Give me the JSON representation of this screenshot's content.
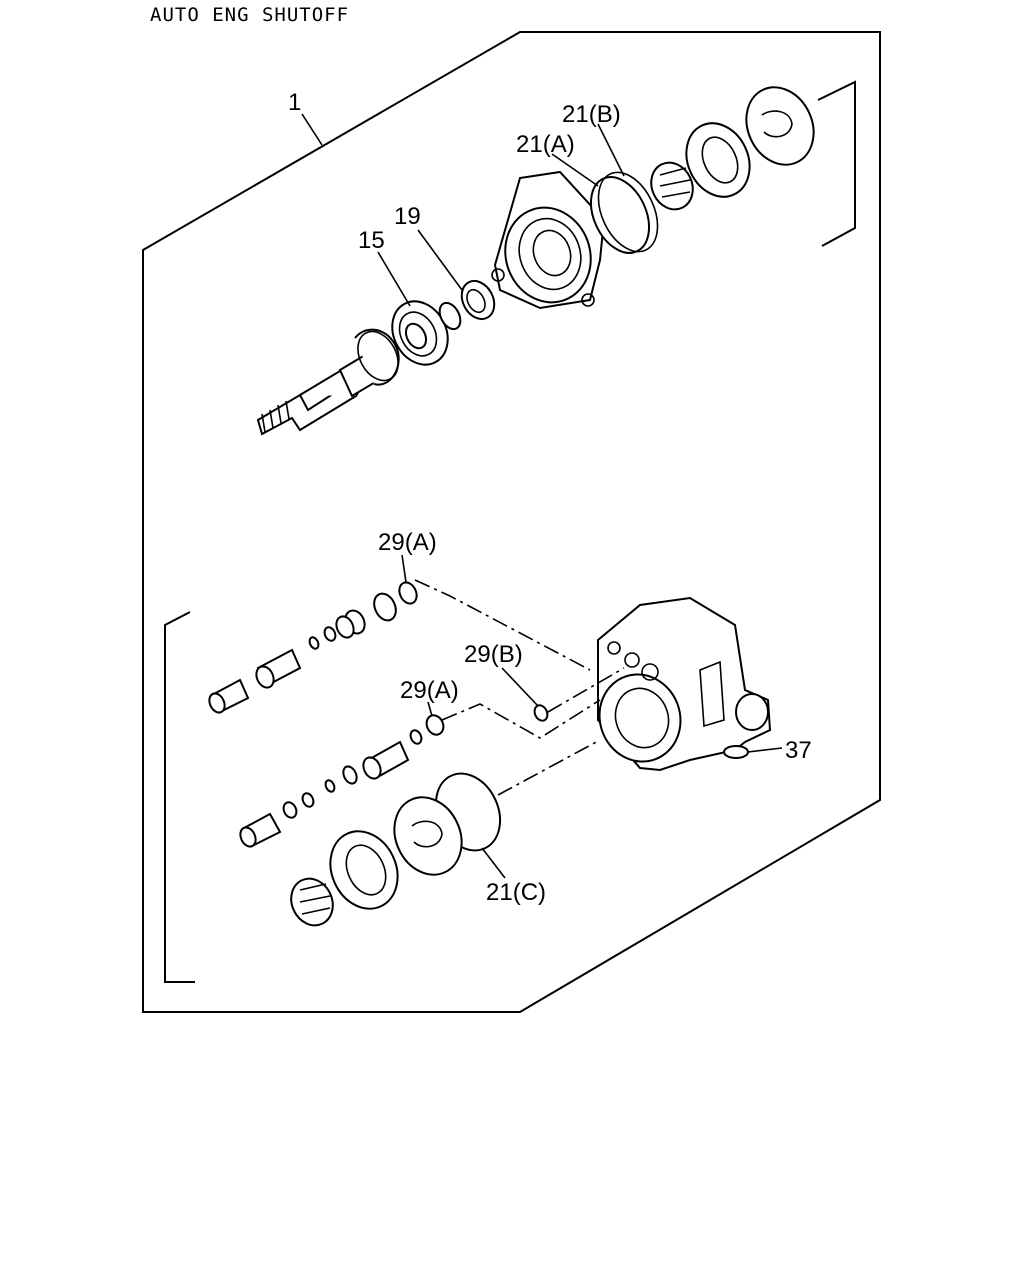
{
  "header": {
    "title": "AUTO ENG SHUTOFF"
  },
  "labels": {
    "l1": "1",
    "l15": "15",
    "l19": "19",
    "l21a": "21(A)",
    "l21b": "21(B)",
    "l21c": "21(C)",
    "l29a_top": "29(A)",
    "l29b": "29(B)",
    "l29a_mid": "29(A)",
    "l37": "37"
  }
}
